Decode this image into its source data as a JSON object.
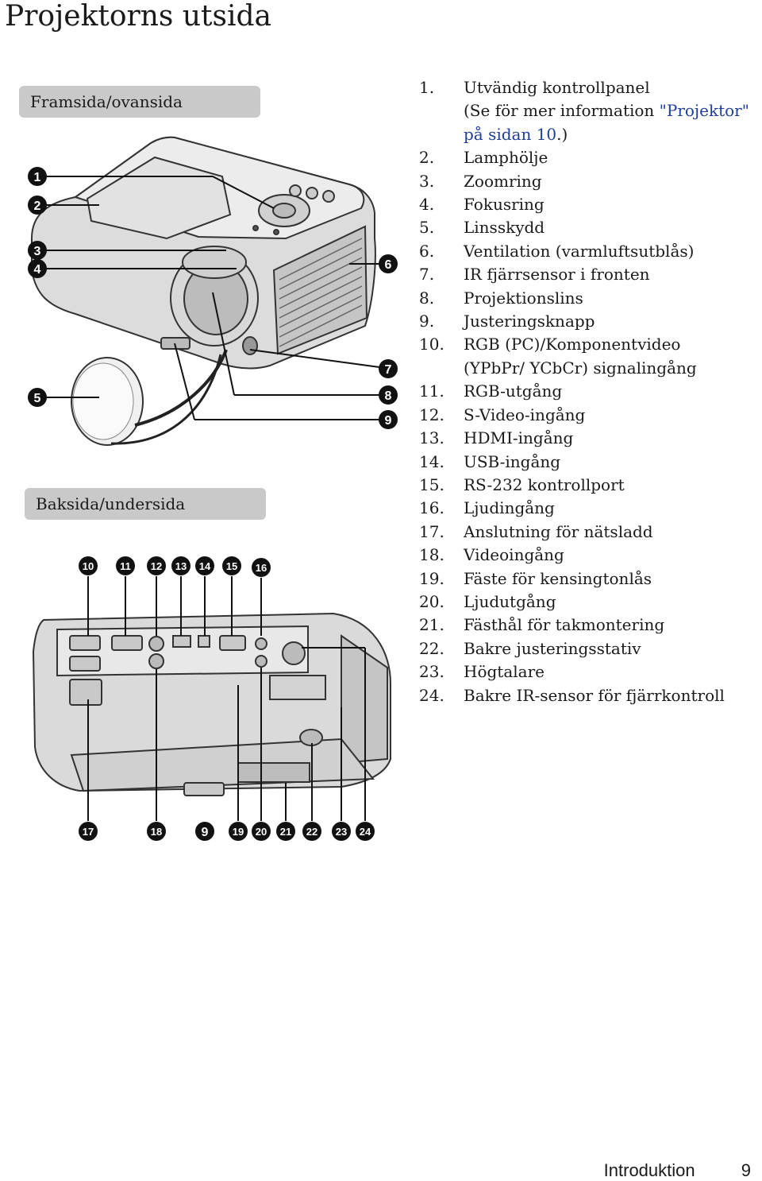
{
  "page": {
    "title": "Projektorns utsida",
    "front_header": "Framsida/ovansida",
    "back_header": "Baksida/undersida"
  },
  "items": [
    {
      "num": "1.",
      "lines": [
        "Utvändig kontrollpanel"
      ],
      "extra": {
        "prefix": "(Se för mer information ",
        "link": "\"Projektor\" på sidan 10",
        "suffix": ".)"
      }
    },
    {
      "num": "2.",
      "lines": [
        "Lamphölje"
      ]
    },
    {
      "num": "3.",
      "lines": [
        "Zoomring"
      ]
    },
    {
      "num": "4.",
      "lines": [
        "Fokusring"
      ]
    },
    {
      "num": "5.",
      "lines": [
        "Linsskydd"
      ]
    },
    {
      "num": "6.",
      "lines": [
        "Ventilation (varmluftsutblås)"
      ]
    },
    {
      "num": "7.",
      "lines": [
        "IR fjärrsensor i fronten"
      ]
    },
    {
      "num": "8.",
      "lines": [
        "Projektionslins"
      ]
    },
    {
      "num": "9.",
      "lines": [
        "Justeringsknapp"
      ]
    },
    {
      "num": "10.",
      "lines": [
        "RGB (PC)/Komponentvideo",
        "(YPbPr/ YCbCr) signalingång"
      ]
    },
    {
      "num": "11.",
      "lines": [
        "RGB-utgång"
      ]
    },
    {
      "num": "12.",
      "lines": [
        "S-Video-ingång"
      ]
    },
    {
      "num": "13.",
      "lines": [
        "HDMI-ingång"
      ]
    },
    {
      "num": "14.",
      "lines": [
        "USB-ingång"
      ]
    },
    {
      "num": "15.",
      "lines": [
        "RS-232 kontrollport"
      ]
    },
    {
      "num": "16.",
      "lines": [
        "Ljudingång"
      ]
    },
    {
      "num": "17.",
      "lines": [
        "Anslutning för nätsladd"
      ]
    },
    {
      "num": "18.",
      "lines": [
        "Videoingång"
      ]
    },
    {
      "num": "19.",
      "lines": [
        "Fäste för kensingtonlås"
      ]
    },
    {
      "num": "20.",
      "lines": [
        "Ljudutgång"
      ]
    },
    {
      "num": "21.",
      "lines": [
        "Fästhål för takmontering"
      ]
    },
    {
      "num": "22.",
      "lines": [
        "Bakre justeringsstativ"
      ]
    },
    {
      "num": "23.",
      "lines": [
        "Högtalare"
      ]
    },
    {
      "num": "24.",
      "lines": [
        "Bakre IR-sensor för fjärrkontroll"
      ]
    }
  ],
  "badges": {
    "front": [
      "1",
      "2",
      "3",
      "4",
      "5",
      "6",
      "7",
      "8",
      "9"
    ],
    "back_top": [
      "10",
      "11",
      "12",
      "13",
      "14",
      "15",
      "16"
    ],
    "back_bottom": [
      "17",
      "18",
      "9",
      "19",
      "20",
      "21",
      "22",
      "23",
      "24"
    ]
  },
  "footer": {
    "section": "Introduktion",
    "page_number": "9"
  }
}
